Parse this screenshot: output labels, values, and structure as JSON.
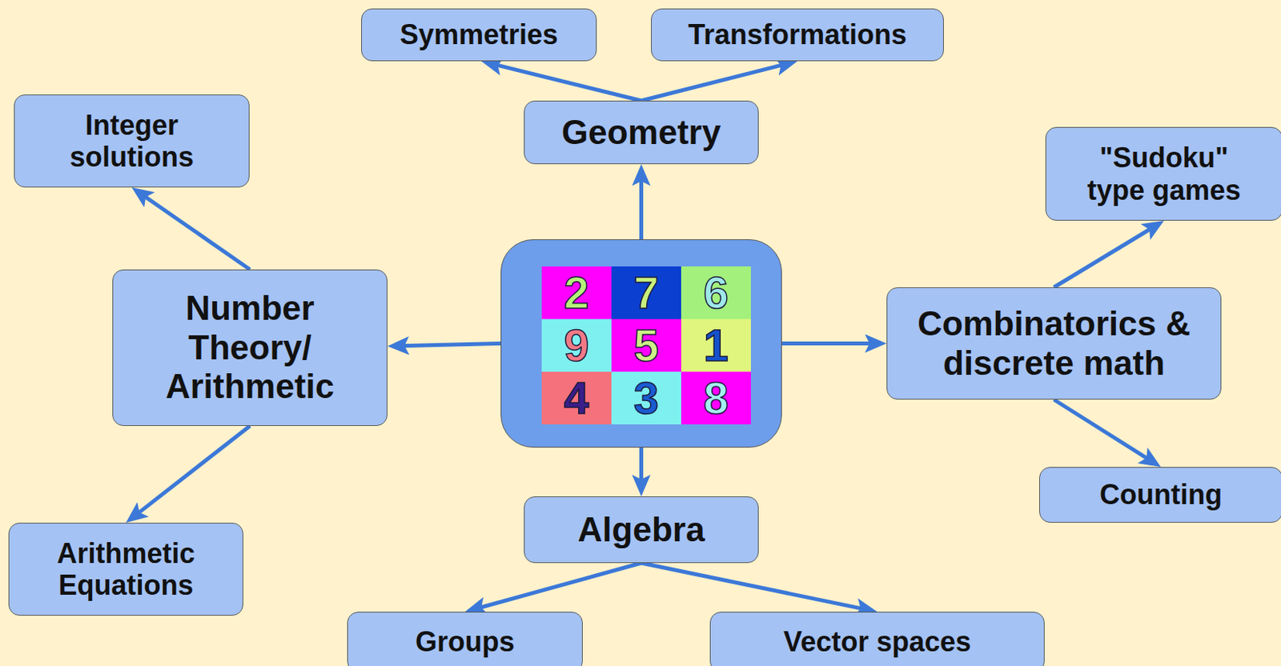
{
  "diagram": {
    "nodes": [
      {
        "text": [
          "Symmetries"
        ]
      },
      {
        "text": [
          "Transformations"
        ]
      },
      {
        "text": [
          "Geometry"
        ]
      },
      {
        "text": [
          "Integer solutions"
        ]
      },
      {
        "text": [
          "\"Sudoku\" type games"
        ]
      },
      {
        "text": [
          "Number Theory/ Arithmetic"
        ]
      },
      {
        "text": []
      },
      {
        "text": [
          "2"
        ],
        "in": 6
      },
      {
        "text": [
          "7"
        ],
        "in": 6
      },
      {
        "text": [
          "6"
        ],
        "in": 6
      },
      {
        "text": [
          "9"
        ],
        "in": 6
      },
      {
        "text": [
          "5"
        ],
        "in": 6
      },
      {
        "text": [
          "1"
        ],
        "in": 6
      },
      {
        "text": [
          "4"
        ],
        "in": 6
      },
      {
        "text": [
          "3"
        ],
        "in": 6
      },
      {
        "text": [
          "8"
        ],
        "in": 6
      },
      {
        "text": [
          "Combinatorics & discrete math"
        ]
      },
      {
        "text": [
          "Counting"
        ]
      },
      {
        "text": [
          "Algebra"
        ]
      },
      {
        "text": [
          "Arithmetic Equations"
        ]
      },
      {
        "text": [
          "Groups"
        ]
      },
      {
        "text": [
          "Vector spaces"
        ]
      }
    ],
    "edges": [
      {
        "from": 6,
        "to": 2,
        "arrow": "to"
      },
      {
        "from": 6,
        "to": 5,
        "arrow": "to"
      },
      {
        "from": 6,
        "to": 16,
        "arrow": "to"
      },
      {
        "from": 6,
        "to": 18,
        "arrow": "to"
      },
      {
        "from": 2,
        "to": 0,
        "arrow": "to"
      },
      {
        "from": 2,
        "to": 1,
        "arrow": "to"
      },
      {
        "from": 5,
        "to": 3,
        "arrow": "to"
      },
      {
        "from": 5,
        "to": 19,
        "arrow": "to"
      },
      {
        "from": 16,
        "to": 4,
        "arrow": "to"
      },
      {
        "from": 16,
        "to": 17,
        "arrow": "to"
      },
      {
        "from": 18,
        "to": 20,
        "arrow": "to"
      },
      {
        "from": 18,
        "to": 21,
        "arrow": "to"
      }
    ]
  }
}
